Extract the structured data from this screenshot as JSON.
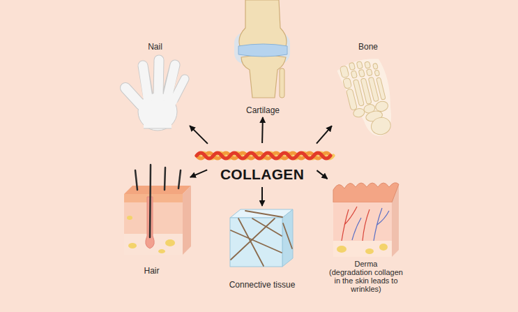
{
  "diagram": {
    "nodes": [
      {
        "text": [
          "Nail"
        ]
      },
      {
        "text": [
          "Cartilage"
        ]
      },
      {
        "text": [
          "Bone"
        ]
      },
      {
        "text": [
          "COLLAGEN"
        ]
      },
      {
        "text": [
          "Hair"
        ]
      },
      {
        "text": [
          "Connective tissue"
        ]
      },
      {
        "text": [
          "Derma",
          "(degradation collagen in the skin leads to wrinkles)"
        ]
      }
    ],
    "edges": [
      {
        "from": 3,
        "to": 0,
        "arrow": "to"
      },
      {
        "from": 3,
        "to": 1,
        "arrow": "to"
      },
      {
        "from": 3,
        "to": 2,
        "arrow": "to"
      },
      {
        "from": 3,
        "to": 4,
        "arrow": "to"
      },
      {
        "from": 3,
        "to": 5,
        "arrow": "to"
      },
      {
        "from": 3,
        "to": 6,
        "arrow": "to"
      }
    ]
  }
}
